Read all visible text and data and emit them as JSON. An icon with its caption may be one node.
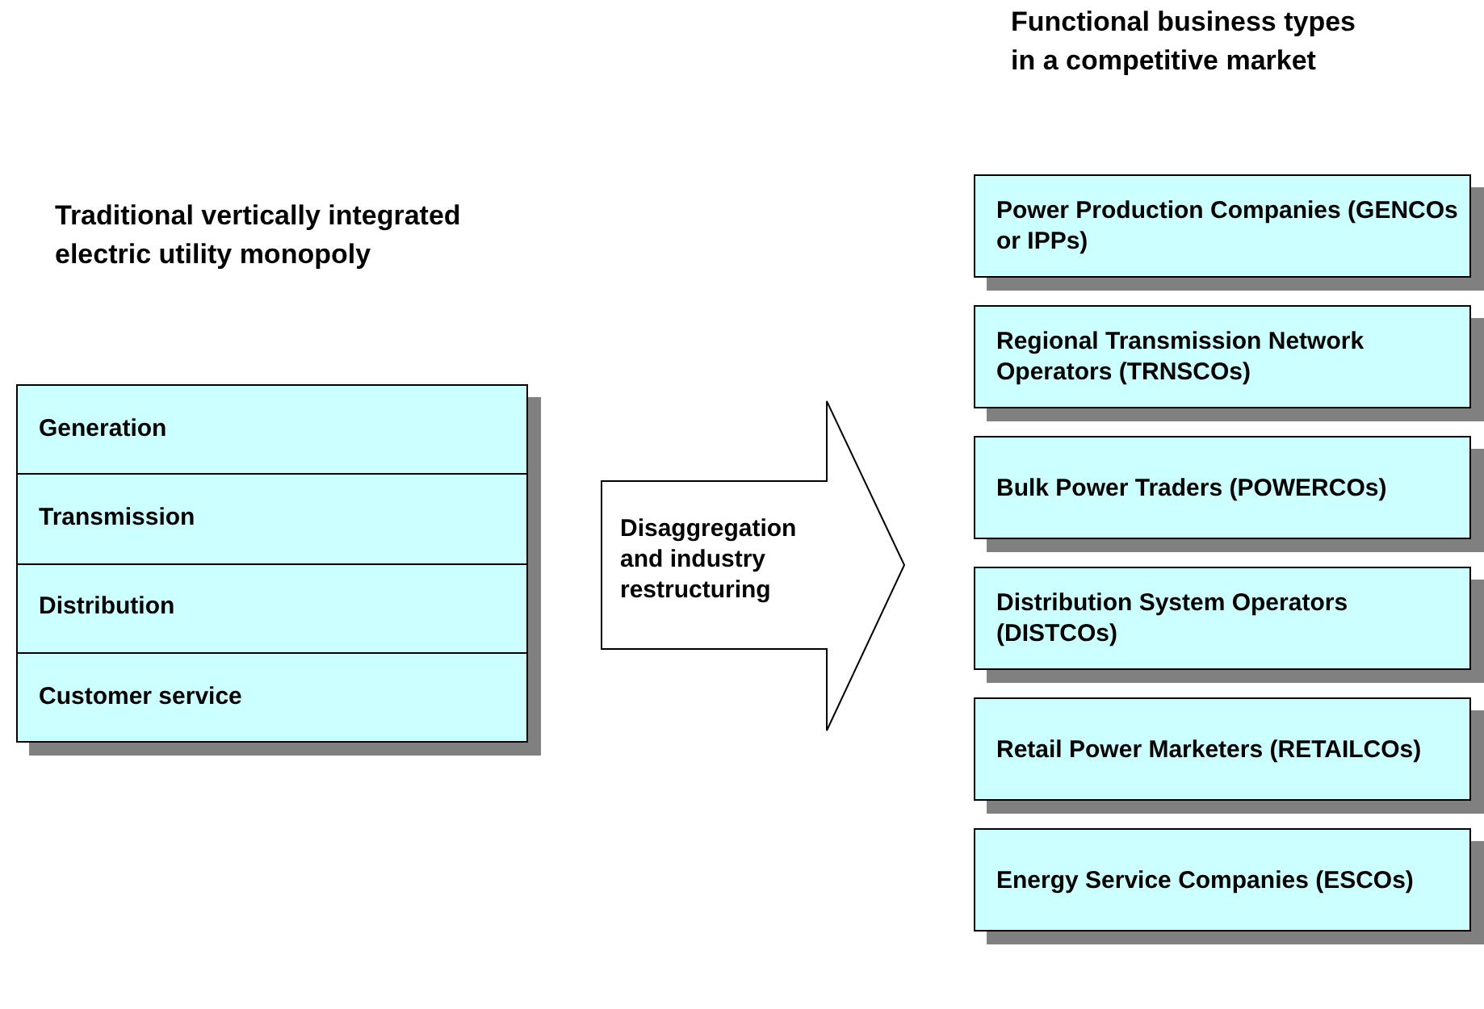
{
  "diagram": {
    "nodes": [
      {
        "text": [
          "Traditional vertically integrated electric utility monopoly"
        ]
      },
      {
        "text": [
          "Generation"
        ],
        "in": 0
      },
      {
        "text": [
          "Transmission"
        ],
        "in": 0
      },
      {
        "text": [
          "Distribution"
        ],
        "in": 0
      },
      {
        "text": [
          "Customer service"
        ],
        "in": 0
      },
      {
        "text": [
          "Disaggregation and industry restructuring"
        ]
      },
      {
        "text": [
          "Power Production Companies (GENCOs or IPPs)"
        ]
      },
      {
        "text": [
          "Regional Transmission Network Operators (TRNSCOs)"
        ]
      },
      {
        "text": [
          "Bulk Power Traders (POWERCOs)"
        ]
      },
      {
        "text": [
          "Distribution System Operators (DISTCOs)"
        ]
      },
      {
        "text": [
          "Retail Power Marketers (RETAILCOs)"
        ]
      },
      {
        "text": [
          "Energy Service Companies (ESCOs)"
        ]
      }
    ],
    "edges": [],
    "labels": [
      "Functional business types in a competitive market"
    ]
  }
}
